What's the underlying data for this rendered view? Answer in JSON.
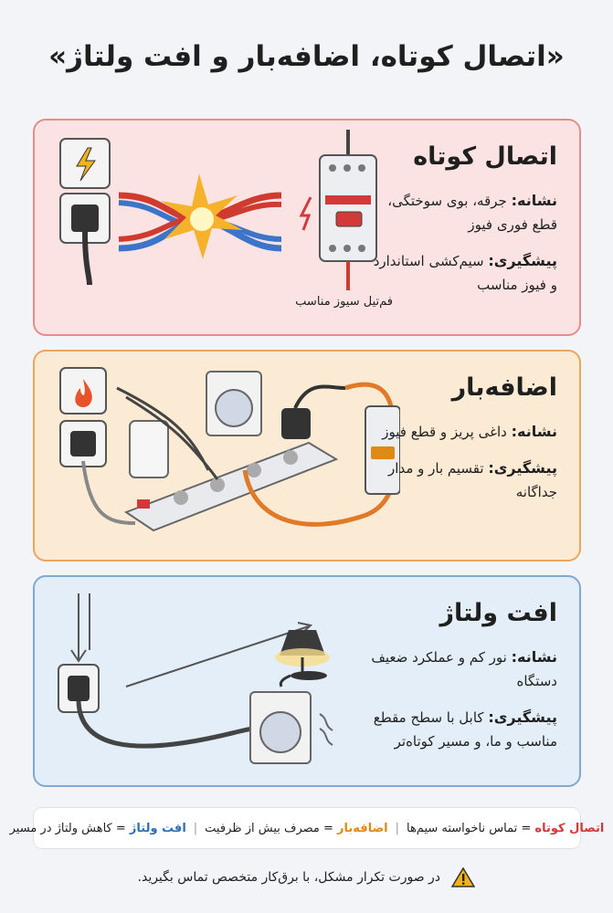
{
  "title": "«اتصال کوتاه، اضافه‌بار و افت ولتاژ»",
  "cards": [
    {
      "title": "اتصال کوتاه",
      "sign_label": "نشانه:",
      "sign_text": "جرقه، بوی سوختگی، قطع فوری فیوز",
      "prevent_label": "پیشگیری:",
      "prevent_text": "سیم‌کشی استاندارد و فیوز مناسب",
      "caption": "فم‌تیل سیوز مناسب"
    },
    {
      "title": "اضافه‌بار",
      "sign_label": "نشانه:",
      "sign_text": "داغی پریز و قطع فیوز",
      "prevent_label": "پیشگیری:",
      "prevent_text": "تقسیم بار و مدار جداگانه"
    },
    {
      "title": "افت ولتاژ",
      "sign_label": "نشانه:",
      "sign_text": "نور کم و عملکرد ضعیف دستگاه",
      "prevent_label": "پیشگیری:",
      "prevent_text": "کابل با سطح مقطع مناسب و ما، و مسیر کوتاه‌تر"
    }
  ],
  "legend": {
    "k1": "اتصال کوتاه",
    "v1": "= تماس ناخواسته سیم‌ها",
    "k2": "اضافه‌بار",
    "v2": "= مصرف بیش از ظرفیت",
    "k3": "افت ولتاژ",
    "v3": "= کاهش ولتاژ در مسیر",
    "sep": "|"
  },
  "footer": "در صورت تکرار مشکل، با برق‌کار متخصص تماس بگیرید.",
  "colors": {
    "red": "#d23a3a",
    "orange": "#e08a16",
    "blue": "#2c6fb5"
  }
}
